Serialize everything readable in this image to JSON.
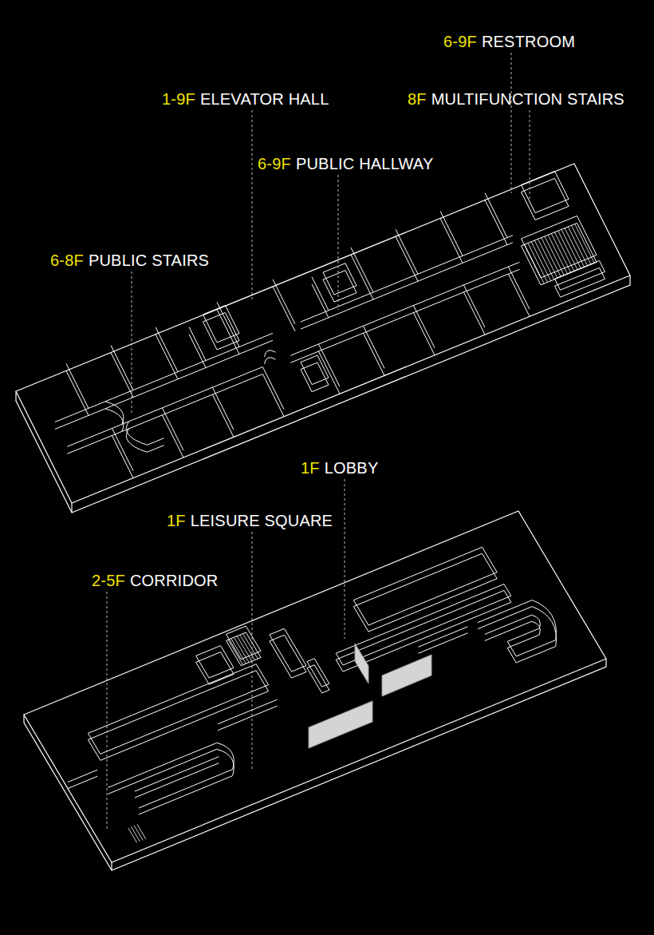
{
  "diagram": {
    "labels": [
      "6-9F",
      "RESTROOM",
      "1-9F",
      "ELEVATOR HALL",
      "8F",
      "MULTIFUNCTION STAIRS",
      "6-9F",
      "PUBLIC HALLWAY",
      "6-8F",
      "PUBLIC STAIRS",
      "1F",
      "LOBBY",
      "1F",
      "LEISURE SQUARE",
      "2-5F",
      "CORRIDOR"
    ]
  }
}
